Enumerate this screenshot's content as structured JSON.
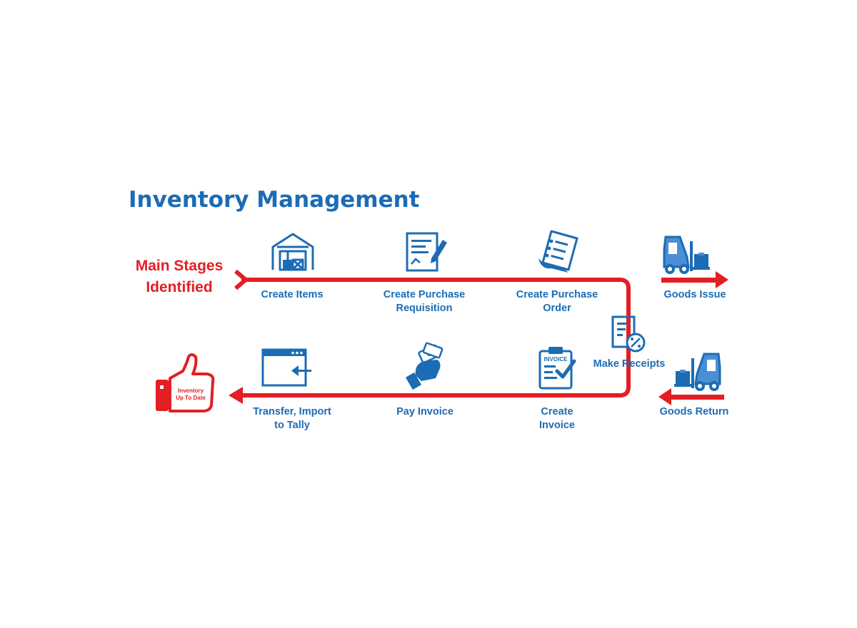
{
  "title": "Inventory Management",
  "subtitle": {
    "line1": "Main Stages",
    "line2": "Identified"
  },
  "colors": {
    "blue": "#1c6cb5",
    "red": "#e31e24",
    "light_blue": "#4a8fd4"
  },
  "stages": {
    "create_items": {
      "line1": "Create Items",
      "icon": "warehouse-icon"
    },
    "purchase_requisition": {
      "line1": "Create Purchase",
      "line2": "Requisition",
      "icon": "requisition-form-icon"
    },
    "purchase_order": {
      "line1": "Create Purchase",
      "line2": "Order",
      "icon": "order-list-icon"
    },
    "goods_issue": {
      "line1": "Goods Issue",
      "icon": "forklift-icon"
    },
    "make_receipts": {
      "line1": "Make Receipts",
      "icon": "receipt-percent-icon"
    },
    "create_invoice": {
      "line1": "Create",
      "line2": "Invoice",
      "icon": "invoice-clipboard-icon"
    },
    "pay_invoice": {
      "line1": "Pay Invoice",
      "icon": "hand-money-icon"
    },
    "transfer": {
      "line1": "Transfer, Import",
      "line2": "to Tally",
      "icon": "import-window-icon"
    },
    "goods_return": {
      "line1": "Goods Return",
      "icon": "forklift-icon"
    }
  },
  "thumb": {
    "line1": "Inventory",
    "line2": "Up To Date",
    "icon": "thumbs-up-icon"
  }
}
